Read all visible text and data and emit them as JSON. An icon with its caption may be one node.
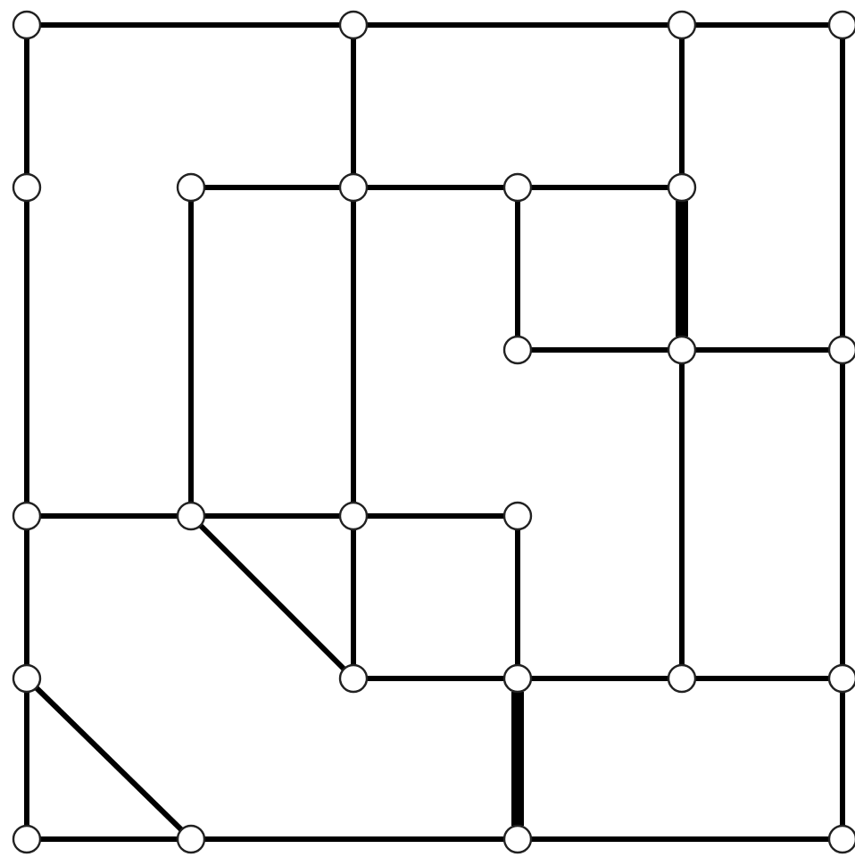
{
  "diagram": {
    "nodes": [
      {
        "text": [],
        "shape": "circle"
      },
      {
        "text": [],
        "shape": "circle"
      },
      {
        "text": [],
        "shape": "circle"
      },
      {
        "text": [],
        "shape": "circle"
      },
      {
        "text": [],
        "shape": "circle"
      },
      {
        "text": [],
        "shape": "circle"
      },
      {
        "text": [],
        "shape": "circle"
      },
      {
        "text": [],
        "shape": "circle"
      },
      {
        "text": [],
        "shape": "circle"
      },
      {
        "text": [],
        "shape": "circle"
      },
      {
        "text": [],
        "shape": "circle"
      },
      {
        "text": [],
        "shape": "circle"
      },
      {
        "text": [],
        "shape": "circle"
      },
      {
        "text": [],
        "shape": "circle"
      },
      {
        "text": [],
        "shape": "circle"
      },
      {
        "text": [],
        "shape": "circle"
      },
      {
        "text": [],
        "shape": "circle"
      },
      {
        "text": [],
        "shape": "circle"
      },
      {
        "text": [],
        "shape": "circle"
      },
      {
        "text": [],
        "shape": "circle"
      },
      {
        "text": [],
        "shape": "circle"
      },
      {
        "text": [],
        "shape": "circle"
      },
      {
        "text": [],
        "shape": "circle"
      },
      {
        "text": [],
        "shape": "circle"
      },
      {
        "text": [],
        "shape": "circle"
      }
    ],
    "edges": [
      {
        "from": 0,
        "to": 1,
        "arrow": "none"
      },
      {
        "from": 1,
        "to": 2,
        "arrow": "none"
      },
      {
        "from": 2,
        "to": 3,
        "arrow": "none"
      },
      {
        "from": 0,
        "to": 4,
        "arrow": "none"
      },
      {
        "from": 4,
        "to": 12,
        "arrow": "none"
      },
      {
        "from": 12,
        "to": 16,
        "arrow": "none"
      },
      {
        "from": 16,
        "to": 21,
        "arrow": "none"
      },
      {
        "from": 1,
        "to": 6,
        "arrow": "none"
      },
      {
        "from": 6,
        "to": 14,
        "arrow": "none"
      },
      {
        "from": 14,
        "to": 17,
        "arrow": "none"
      },
      {
        "from": 2,
        "to": 8,
        "arrow": "none"
      },
      {
        "from": 8,
        "to": 10,
        "arrow": "none",
        "style": "thick"
      },
      {
        "from": 10,
        "to": 19,
        "arrow": "none"
      },
      {
        "from": 3,
        "to": 11,
        "arrow": "none"
      },
      {
        "from": 11,
        "to": 20,
        "arrow": "none"
      },
      {
        "from": 20,
        "to": 24,
        "arrow": "none"
      },
      {
        "from": 5,
        "to": 6,
        "arrow": "none"
      },
      {
        "from": 6,
        "to": 7,
        "arrow": "none"
      },
      {
        "from": 7,
        "to": 8,
        "arrow": "none"
      },
      {
        "from": 5,
        "to": 13,
        "arrow": "none"
      },
      {
        "from": 7,
        "to": 9,
        "arrow": "none"
      },
      {
        "from": 9,
        "to": 10,
        "arrow": "none"
      },
      {
        "from": 10,
        "to": 11,
        "arrow": "none"
      },
      {
        "from": 12,
        "to": 13,
        "arrow": "none"
      },
      {
        "from": 13,
        "to": 14,
        "arrow": "none"
      },
      {
        "from": 14,
        "to": 15,
        "arrow": "none"
      },
      {
        "from": 13,
        "to": 17,
        "arrow": "none"
      },
      {
        "from": 15,
        "to": 18,
        "arrow": "none"
      },
      {
        "from": 17,
        "to": 18,
        "arrow": "none"
      },
      {
        "from": 18,
        "to": 19,
        "arrow": "none"
      },
      {
        "from": 19,
        "to": 20,
        "arrow": "none"
      },
      {
        "from": 18,
        "to": 23,
        "arrow": "none",
        "style": "thick"
      },
      {
        "from": 16,
        "to": 22,
        "arrow": "none"
      },
      {
        "from": 21,
        "to": 22,
        "arrow": "none"
      },
      {
        "from": 22,
        "to": 23,
        "arrow": "none"
      },
      {
        "from": 23,
        "to": 24,
        "arrow": "none"
      }
    ]
  }
}
